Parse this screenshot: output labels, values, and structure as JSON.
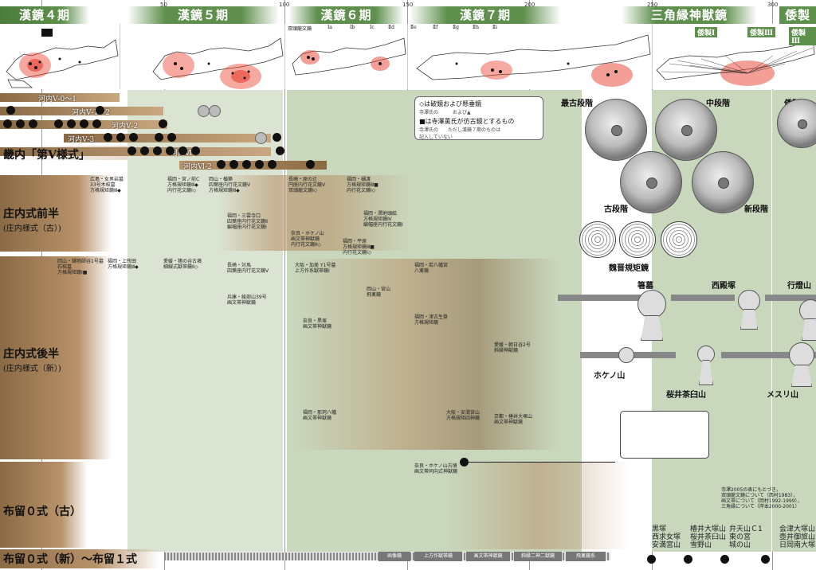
{
  "scale_ticks": [
    "50",
    "100",
    "150",
    "200",
    "250",
    "300"
  ],
  "phases": [
    {
      "label": "漢鏡４期"
    },
    {
      "label": "漢鏡５期"
    },
    {
      "label": "漢鏡６期"
    },
    {
      "label": "漢鏡７期"
    },
    {
      "label": "三角縁神獣鏡"
    },
    {
      "label": "倭製"
    }
  ],
  "map_labels": {
    "m6": [
      "双頭龍文鏡",
      "Ⅰa",
      "Ⅰb",
      "Ⅰc",
      "Ⅱd"
    ],
    "m7": [
      "Ⅱe",
      "Ⅱf",
      "Ⅱg",
      "Ⅱh",
      "Ⅱi"
    ],
    "wa": [
      "倭製Ⅰ",
      "倭製Ⅲ",
      "倭製Ⅲ"
    ]
  },
  "kawachi_bars": [
    {
      "label": "河内Ⅴ-0～1"
    },
    {
      "label": "河内Ⅴ-1～2"
    },
    {
      "label": "河内Ⅴ-2"
    },
    {
      "label": "河内Ⅴ-3"
    },
    {
      "label": "河内Ⅵ-1"
    },
    {
      "label": "河内Ⅵ-2"
    }
  ],
  "periods": {
    "kinai": "畿内「第Ⅴ様式」",
    "shonai_early": "庄内式前半",
    "shonai_early_sub": "(庄内様式（古）)",
    "shonai_late": "庄内式後半",
    "shonai_late_sub": "(庄内様式（新）)",
    "furu_old": "布留０式（古）",
    "furu_new": "布留０式（新）～布留１式"
  },
  "legend": {
    "line1": "◇は破鏡および懸垂鏡",
    "line1_sub": "寺澤氏の　　　および▲",
    "line2": "■は寺澤薫氏が仿古鏡とするもの",
    "line2_sub": "寺澤氏の　　ただし漢鏡７期のものは\n記入していない"
  },
  "sankaku": {
    "oldest": "最古段階",
    "middle": "中段階",
    "wa1": "倭製Ⅰ",
    "old": "古段階",
    "new": "新段階",
    "weijin": "魏晋規矩鏡"
  },
  "tombs": {
    "hashihaka": "箸墓",
    "nishitonozuka": "西殿塚",
    "andonyama": "行燈山",
    "hokenoyama": "ホケノ山",
    "sakurai": "桜井茶臼山",
    "mesuriyama": "メスリ山"
  },
  "bottom_tombs": [
    {
      "label": "黒塚\n西求女塚\n安満宮山"
    },
    {
      "label": "椿井大塚山\n桜井茶臼山\n雪野山"
    },
    {
      "label": "弁天山Ｃ1\n東の宮\n城の山"
    },
    {
      "label": "会津大塚山\n壺井御旅山\n日岡南大塚山"
    }
  ],
  "bottom_strip": [
    "画像鏡",
    "上方作獣帯鏡",
    "画文帯神獣鏡",
    "斜縁二神二獣鏡",
    "飛禽鏡系"
  ],
  "notes": {
    "n1": "広島・女男岩墓\n33号木棺墓\n方格規矩鏡Ⅲ◆",
    "n2": "福岡・宮ノ前C\n方格規矩鏡Ⅲ◆\n内行花文鏡Ⅰ◇",
    "n3": "岡山・楯築\n四葉座内行花文鏡Ⅴ\n方格規矩鏡Ⅲ◆",
    "n4": "福岡・三雲寺口\n四葉座内行花文鏡Ⅱ\n編幅座内行花文鏡Ⅰ",
    "n5": "長崎・原の辻\n円座内行花文鏡Ⅴ\n双頭龍文鏡Ⅰ◇",
    "n6": "福岡・樋渡\n方格規矩鏡Ⅲ■\n内行花文鏡Ⅰ◇",
    "n7": "福岡・潤地頭給\n方格規矩鏡Ⅳ\n編幅座内行花文鏡Ⅰ",
    "n8": "奈良・ホケノ山\n画文帯神獣鏡\n内行花文鏡Ⅱ◇",
    "n9": "福岡・平原\n方格規矩鏡Ⅲ■\n内行花文鏡Ⅰ◇",
    "n10": "岡山・鋳物師谷1号墓\n石棺墓\n方格規矩鏡Ⅰ■",
    "n11": "福岡・上所田\n方格規矩鏡Ⅲ◆",
    "n12": "愛媛・猪の谷古墳\n細線式獣帯鏡Ⅱ◇",
    "n13": "長崎・対馬\n四葉座内行花文鏡Ⅴ",
    "n14": "大阪・加美 Y1号墓\n上方作系獣帯鏡Ⅰ",
    "n15": "福岡・若八幡宮\n八禽鏡",
    "n16": "兵庫・綾部山39号\n画文帯神獣鏡",
    "n17": "奈良・黒塚\n画文帯神獣鏡",
    "n18": "岡山・宮山\n飛禽鏡",
    "n19": "福岡・津古生掛\n方格規矩鏡",
    "n20": "愛媛・朝日谷2号\n斜縁神獣鏡",
    "n21": "福岡・那珂八幡\n画文帯神獣鏡",
    "n22": "大阪・安満宮山\n方格規矩四神鏡",
    "n23": "京都・椿井大塚山\n画文帯神獣鏡",
    "n24": "奈良・ホケノ山古墳\n画文帯同向式神獣鏡",
    "n25": "寺澤2005の表にもとづき，\n双頭龍文鏡について（西村1983），\n画文帯について（岡村1992-1999），\n三角縁について（岸本2000-2001）"
  },
  "colors": {
    "header_green": "#5e8f4c",
    "band_green": "#c9d7bd",
    "bar_brown": "#b8926a",
    "period_brown": "#8a6a45",
    "hot_red": "#e8402f"
  }
}
